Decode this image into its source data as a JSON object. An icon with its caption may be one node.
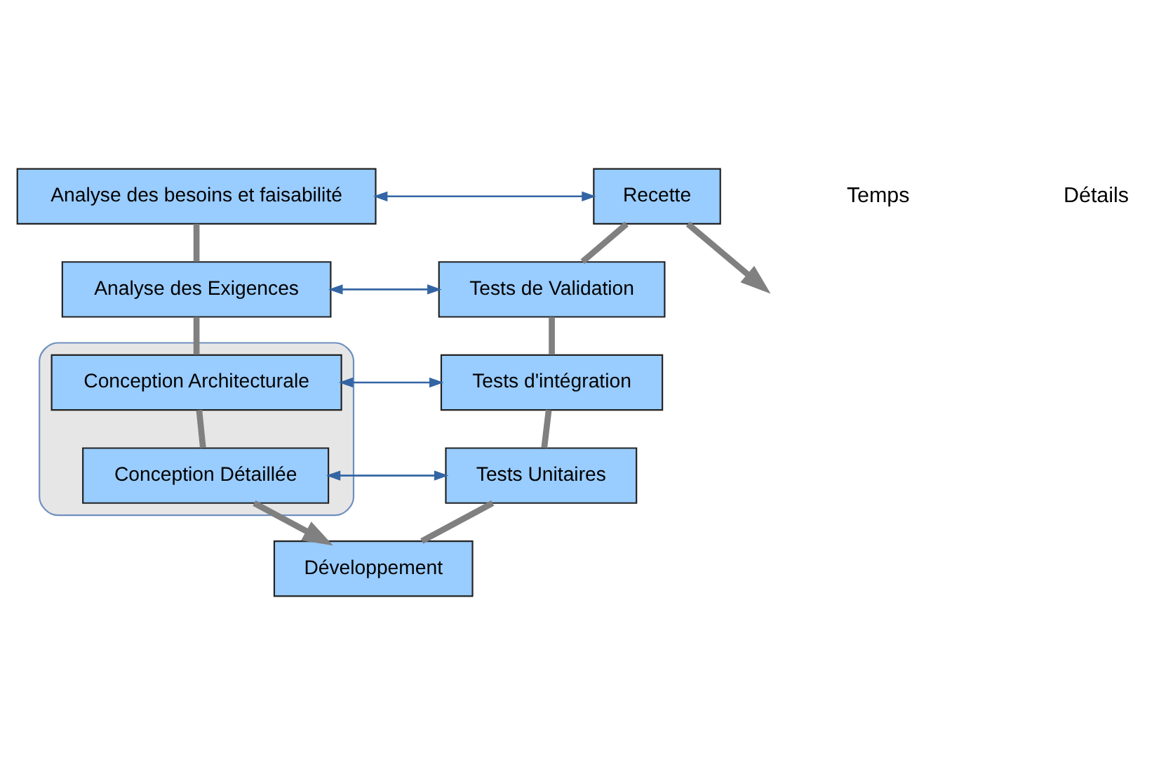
{
  "diagram": {
    "nodes": [
      {
        "text": [
          "Analyse des besoins et faisabilité"
        ]
      },
      {
        "text": [
          "Analyse des Exigences"
        ]
      },
      {
        "text": [],
        "shape": "box"
      },
      {
        "text": [
          "Conception Architecturale"
        ],
        "in": 2
      },
      {
        "text": [
          "Conception Détaillée"
        ],
        "in": 2
      },
      {
        "text": [
          "Développement"
        ]
      },
      {
        "text": [
          "Tests Unitaires"
        ]
      },
      {
        "text": [
          "Tests d'intégration"
        ]
      },
      {
        "text": [
          "Tests de Validation"
        ]
      },
      {
        "text": [
          "Recette"
        ]
      }
    ],
    "edges": [
      {
        "from": 0,
        "to": 9,
        "arrow": "both",
        "color": "#3465a4"
      },
      {
        "from": 1,
        "to": 8,
        "arrow": "both",
        "color": "#3465a4"
      },
      {
        "from": 3,
        "to": 7,
        "arrow": "both",
        "color": "#3465a4"
      },
      {
        "from": 4,
        "to": 6,
        "arrow": "both",
        "color": "#3465a4"
      },
      {
        "from": 0,
        "to": 1,
        "arrow": "none"
      },
      {
        "from": 1,
        "to": 3,
        "arrow": "none"
      },
      {
        "from": 3,
        "to": 4,
        "arrow": "none"
      },
      {
        "from": 4,
        "to": 5,
        "arrow": "to"
      },
      {
        "from": 5,
        "to": 6,
        "arrow": "none"
      },
      {
        "from": 6,
        "to": 7,
        "arrow": "none"
      },
      {
        "from": 7,
        "to": 8,
        "arrow": "none"
      },
      {
        "from": 8,
        "to": 9,
        "arrow": "none"
      },
      {
        "from": 9,
        "to": null,
        "arrow": "to"
      }
    ],
    "labels": [
      "Temps",
      "Détails"
    ]
  }
}
